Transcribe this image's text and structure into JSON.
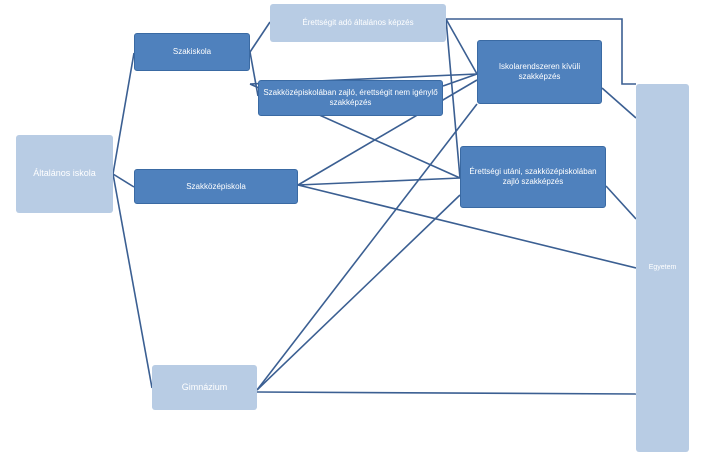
{
  "diagram": {
    "nodes": {
      "altalanos_iskola": "Általános iskola",
      "szakiskola": "Szakiskola",
      "szakkozepiskola": "Szakközépiskola",
      "gimnazium": "Gimnázium",
      "erettsegit_ado": "Érettségit adó általános képzés",
      "szakkozep_nem_igenylo": "Szakközépiskolában zajló, érettségit nem igénylő szakképzés",
      "iskolarendszeren_kivuli": "Iskolarendszeren kívüli szakképzés",
      "erettsegi_utani": "Érettségi utáni, szakközépiskolában zajló szakképzés",
      "egyetem": "Egyetem"
    },
    "colors": {
      "light_box": "#b8cce4",
      "dark_box": "#4f81bd",
      "connector": "#3b5f92"
    }
  }
}
